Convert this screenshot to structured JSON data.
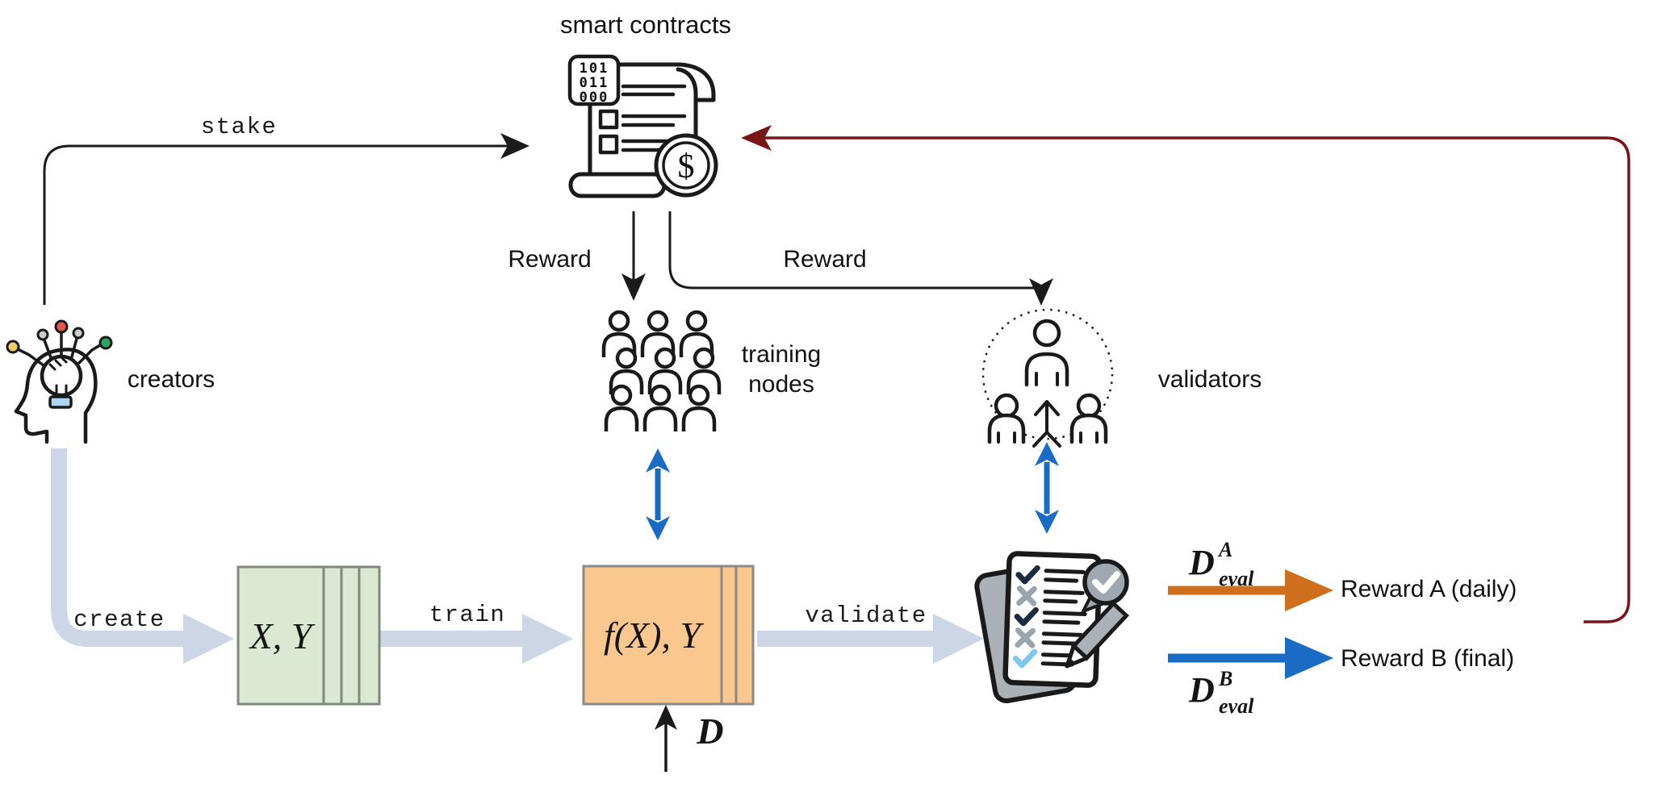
{
  "colors": {
    "ink": "#1a1a1a",
    "accent_blue": "#1a6bc4",
    "accent_orange": "#cf6e1c",
    "dark_red": "#7a1517",
    "flow_arrow": "#cdd6e6",
    "dataset_fill": "#dbe8d2",
    "dataset_border": "#7f8a7d",
    "model_fill": "#fac88f",
    "model_border": "#8a8a8a",
    "bulb_base": "#aed6f2",
    "dot_yellow": "#f2cf6a",
    "dot_red": "#e2574f",
    "dot_gray": "#cccccc",
    "dot_green": "#2ea561",
    "tablet_gray": "#aab2b8",
    "bubble_gray": "#9fa8b0",
    "check_dark": "#1b2b40",
    "cross_gray": "#9aa4ad",
    "check_light": "#7ec8ef"
  },
  "nodes": {
    "smart_contracts": {
      "label": "smart contracts",
      "binary_rows": [
        "101",
        "011",
        "000"
      ],
      "currency": "$"
    },
    "creators": {
      "label": "creators"
    },
    "training_nodes": {
      "label": [
        "training",
        "nodes"
      ]
    },
    "validators": {
      "label": "validators"
    },
    "dataset_box": {
      "label": "X, Y"
    },
    "model_box": {
      "label": "f(X), Y"
    }
  },
  "edges": {
    "stake": {
      "label": "stake"
    },
    "reward_training": {
      "label": "Reward"
    },
    "reward_validators": {
      "label": "Reward"
    },
    "create": {
      "label": "create"
    },
    "train": {
      "label": "train"
    },
    "validate": {
      "label": "validate"
    },
    "dataset_input": {
      "symbol": "D"
    },
    "eval_daily": {
      "symbol_base": "D",
      "symbol_sup": "A",
      "symbol_sub": "eval",
      "label": "Reward A (daily)"
    },
    "eval_final": {
      "symbol_base": "D",
      "symbol_sup": "B",
      "symbol_sub": "eval",
      "label": "Reward B (final)"
    }
  }
}
